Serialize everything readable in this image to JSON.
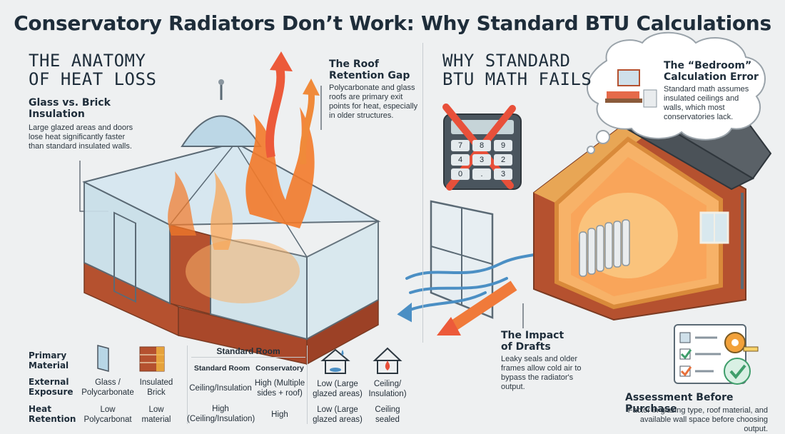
{
  "title": "Conservatory Radiators Don’t Work: Why Standard BTU Calculations",
  "left_section": {
    "heading_line1": "THE ANATOMY",
    "heading_line2": "OF HEAT LOSS",
    "glass_title_line1": "Glass vs. Brick",
    "glass_title_line2": "Insulation",
    "glass_body_line1": "Large glazed areas and doors",
    "glass_body_line2": "lose heat significantly faster",
    "glass_body_line3": "than standard insulated walls.",
    "roof_title_line1": "The Roof",
    "roof_title_line2": "Retention Gap",
    "roof_body_line1": "Polycarbonate and glass",
    "roof_body_line2": "roofs are primary exit",
    "roof_body_line3": "points for heat, especially",
    "roof_body_line4": "in older structures."
  },
  "right_section": {
    "heading_line1": "WHY STANDARD",
    "heading_line2": "BTU MATH FAILS",
    "bedroom_title_line1": "The “Bedroom”",
    "bedroom_title_line2": "Calculation Error",
    "bedroom_body_line1": "Standard math assumes",
    "bedroom_body_line2": "insulated ceilings and",
    "bedroom_body_line3": "walls, which most",
    "bedroom_body_line4": "conservatories lack.",
    "drafts_title_line1": "The Impact",
    "drafts_title_line2": "of Drafts",
    "drafts_body_line1": "Leaky seals and older",
    "drafts_body_line2": "frames allow cold air to",
    "drafts_body_line3": "bypass the radiator's",
    "drafts_body_line4": "output.",
    "assess_title": "Assessment Before Purchase",
    "assess_body_line1": "Factor in glazing type, roof material, and",
    "assess_body_line2": "available wall space before choosing output.",
    "calculator_keys": [
      "7",
      "8",
      "9",
      "4",
      "3",
      "2",
      "3",
      "0",
      "."
    ]
  },
  "comparison": {
    "row_labels": {
      "material_line1": "Primary",
      "material_line2": "Material",
      "exposure_line1": "External",
      "exposure_line2": "Exposure",
      "retention_line1": "Heat",
      "retention_line2": "Retention"
    },
    "exposure_glass_line1": "Glass /",
    "exposure_glass_line2": "Polycarbonate",
    "exposure_brick_line1": "Insulated",
    "exposure_brick_line2": "Brick",
    "retention_glass_line1": "Low",
    "retention_glass_line2": "Polycarbonat",
    "retention_brick_line1": "Low",
    "retention_brick_line2": "material",
    "std_group_header": "Standard Room",
    "col_standard": "Standard Room",
    "col_conservatory": "Conservatory",
    "exposure_standard": "Ceiling/Insulation",
    "exposure_conservatory_line1": "High (Multiple",
    "exposure_conservatory_line2": "sides + roof)",
    "retention_standard_line1": "High",
    "retention_standard_line2": "(Ceiling/Insulation)",
    "retention_conservatory": "High",
    "icon_exposure_low_line1": "Low (Large",
    "icon_exposure_low_line2": "glazed areas)",
    "icon_exposure_ceiling_line1": "Ceiling/",
    "icon_exposure_ceiling_line2": "Insulation)",
    "icon_retention_low_line1": "Low (Large",
    "icon_retention_low_line2": "glazed areas)",
    "icon_retention_ceiling_line1": "Ceiling",
    "icon_retention_ceiling_line2": "sealed"
  },
  "colors": {
    "brick": "#b5512f",
    "flame": "#f37a2a",
    "glass": "#b8d6e6",
    "draft": "#4b8fc4",
    "roof": "#4b5258",
    "cross": "#e8503a",
    "check": "#3f9e6b"
  }
}
